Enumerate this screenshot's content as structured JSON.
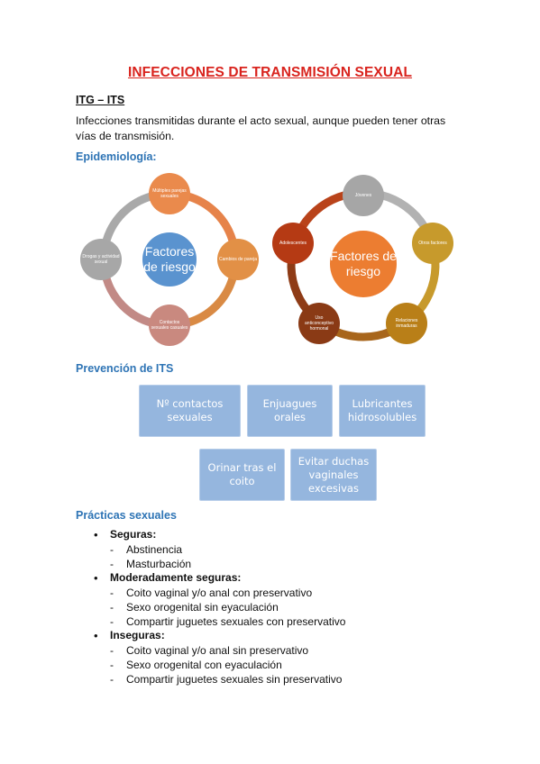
{
  "document": {
    "title": "INFECCIONES DE TRANSMISIÓN SEXUAL",
    "subheading": "ITG – ITS",
    "intro": "Infecciones transmitidas durante el acto sexual, aunque pueden tener otras vías de transmisión.",
    "epidemiology_heading": "Epidemiología:",
    "prevention_heading": "Prevención de ITS",
    "practices_heading": "Prácticas sexuales"
  },
  "diagram_left": {
    "center": "Factores de riesgo",
    "nodes": [
      {
        "label": "Múltiples parejas sexuales",
        "color": "#ea8a4c"
      },
      {
        "label": "Cambios de pareja",
        "color": "#e29046"
      },
      {
        "label": "Contactos sexuales casuales",
        "color": "#c9897f"
      },
      {
        "label": "Drogas y actividad sexual",
        "color": "#a7a7a7"
      }
    ],
    "center_color": "#5a93cf",
    "ring_colors": [
      "#e6834a",
      "#d98a44",
      "#c28a86",
      "#a9a9a9"
    ]
  },
  "diagram_right": {
    "center": "Factores de riesgo",
    "nodes": [
      {
        "label": "Jóvenes",
        "color": "#a6a6a6"
      },
      {
        "label": "Otros factores",
        "color": "#c79a2c"
      },
      {
        "label": "Relaciones inmaduras",
        "color": "#b97f18"
      },
      {
        "label": "Uso anticonceptivo hormonal",
        "color": "#8a3a15"
      },
      {
        "label": "Adolescentes",
        "color": "#b53a14"
      }
    ],
    "center_color": "#ec7d31",
    "ring_colors": [
      "#b2b2b2",
      "#c79a2c",
      "#a8661c",
      "#8e3b16",
      "#b9431a"
    ]
  },
  "prevention": {
    "row1": [
      "Nº contactos sexuales",
      "Enjuagues orales",
      "Lubricantes hidrosolubles"
    ],
    "row2": [
      "Orinar tras el coito",
      "Evitar duchas vaginales excesivas"
    ]
  },
  "practices": [
    {
      "category": "Seguras:",
      "items": [
        "Abstinencia",
        "Masturbación"
      ]
    },
    {
      "category": "Moderadamente seguras:",
      "items": [
        "Coito vaginal y/o anal con preservativo",
        "Sexo orogenital sin eyaculación",
        "Compartir juguetes sexuales con preservativo"
      ]
    },
    {
      "category": "Inseguras:",
      "items": [
        "Coito vaginal y/o anal sin preservativo",
        "Sexo orogenital con eyaculación",
        "Compartir juguetes sexuales sin preservativo"
      ]
    }
  ]
}
